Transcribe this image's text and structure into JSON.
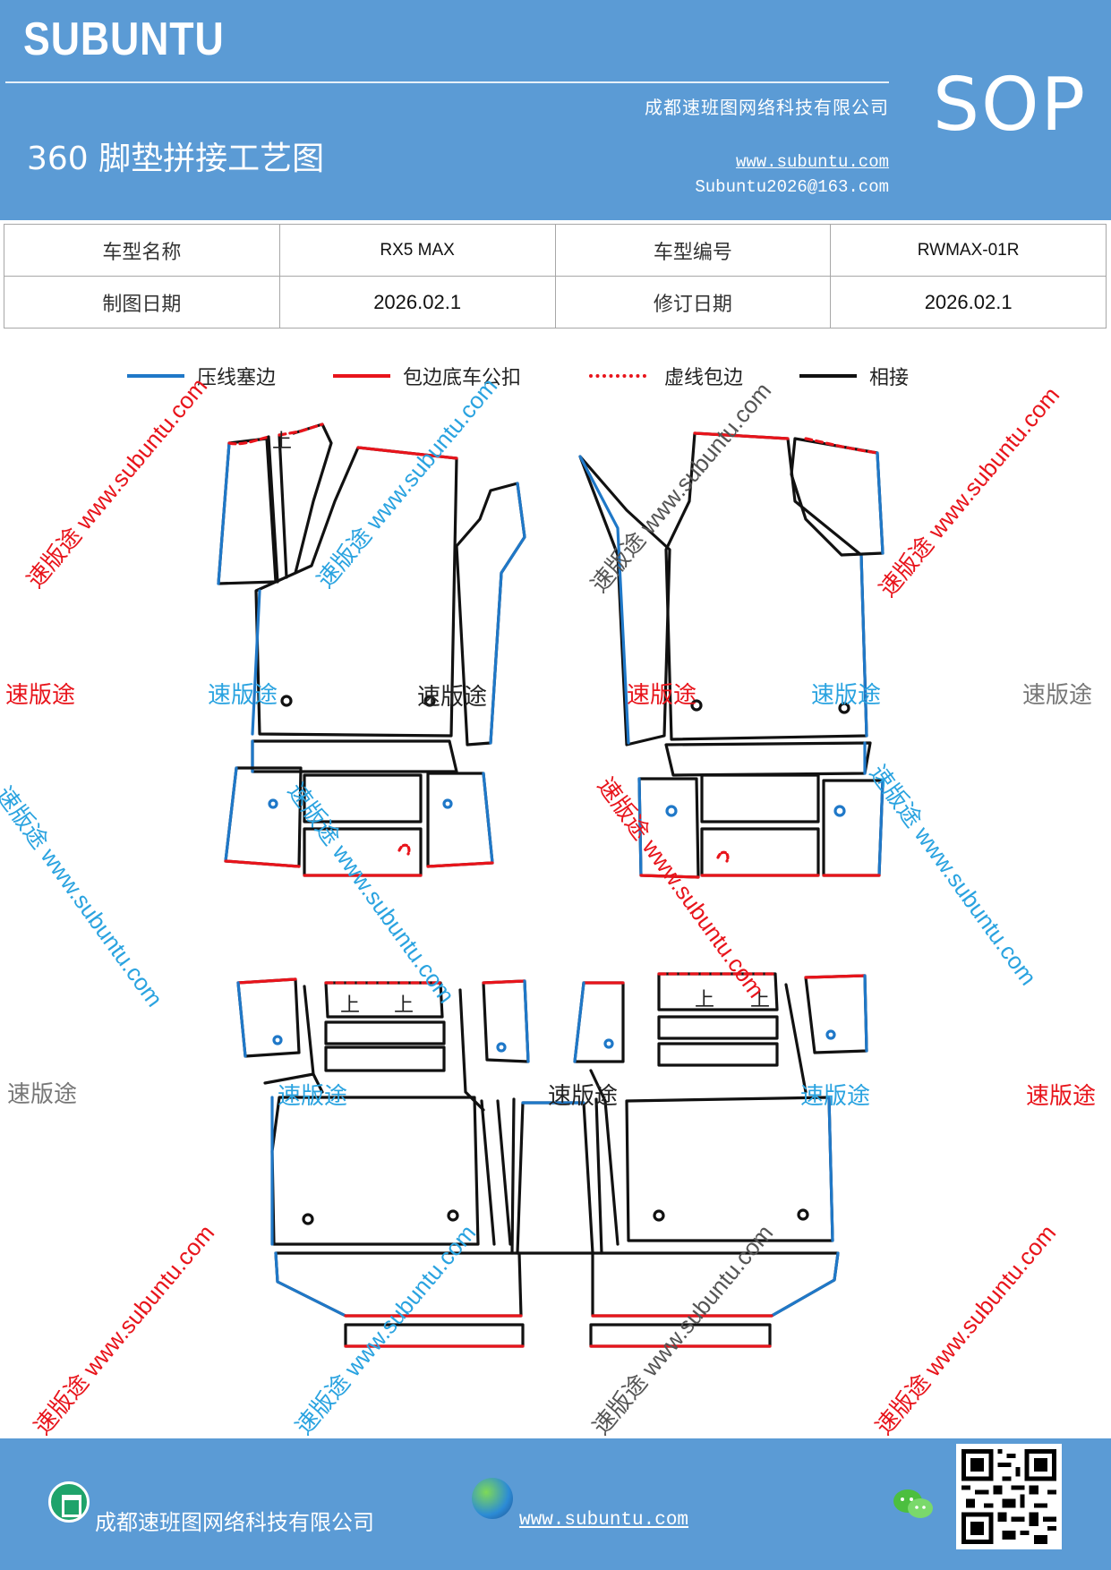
{
  "header": {
    "brand": "SUBUNTU",
    "company": "成都速班图网络科技有限公司",
    "title": "360 脚垫拼接工艺图",
    "website": "www.subuntu.com",
    "email": "Subuntu2026@163.com",
    "badge": "SOP"
  },
  "info": {
    "row1": [
      "车型名称",
      "RX5 MAX",
      "车型编号",
      "RWMAX-01R"
    ],
    "row2": [
      "制图日期",
      "2026.02.1",
      "修订日期",
      "2026.02.1"
    ]
  },
  "legend": [
    {
      "label": "压线塞边",
      "color": "#1f78c8",
      "style": "solid"
    },
    {
      "label": "包边底车公扣",
      "color": "#e8141b",
      "style": "solid"
    },
    {
      "label": "虚线包边",
      "color": "#e8141b",
      "style": "dashed"
    },
    {
      "label": "相接",
      "color": "#111111",
      "style": "solid"
    }
  ],
  "diagram": {
    "marker_up": "上"
  },
  "watermarks": {
    "brand_cn": "速版途",
    "url": "www.subuntu.com",
    "combo": "速版途 www.subuntu.com"
  },
  "footer": {
    "company": "成都速班图网络科技有限公司",
    "website": "www.subuntu.com"
  },
  "colors": {
    "header_bg": "#5b9bd5",
    "blue_line": "#1f78c8",
    "red_line": "#e8141b",
    "black_line": "#111111"
  }
}
